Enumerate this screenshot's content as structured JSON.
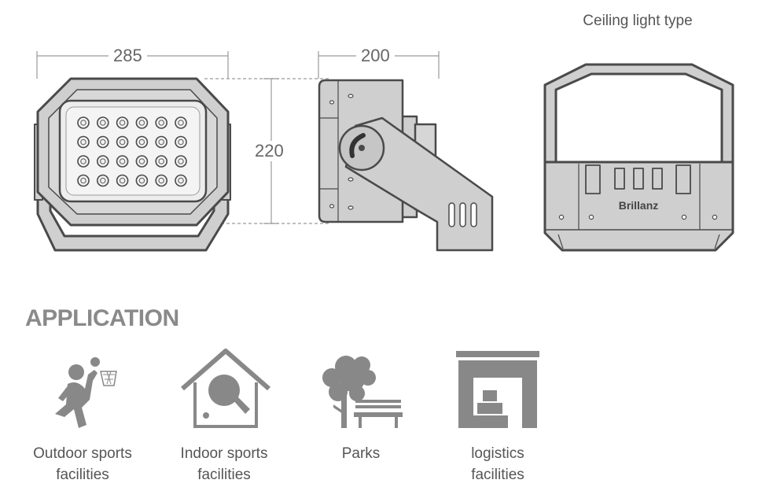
{
  "dimensions": {
    "width": "285",
    "depth": "200",
    "height": "220"
  },
  "ceiling_title": "Ceiling light type",
  "logo": "Brillanz",
  "application": {
    "title": "APPLICATION",
    "items": [
      {
        "line1": "Outdoor sports",
        "line2": "facilities",
        "icon": "basketball-player-icon"
      },
      {
        "line1": "Indoor sports",
        "line2": "facilities",
        "icon": "table-tennis-house-icon"
      },
      {
        "line1": "Parks",
        "line2": "",
        "icon": "tree-bench-icon"
      },
      {
        "line1": "logistics",
        "line2": "facilities",
        "icon": "warehouse-icon"
      }
    ]
  },
  "colors": {
    "housing": "#cfcfcf",
    "outline": "#4a4a4a",
    "icon": "#888888",
    "led": "#e8e8e8"
  }
}
